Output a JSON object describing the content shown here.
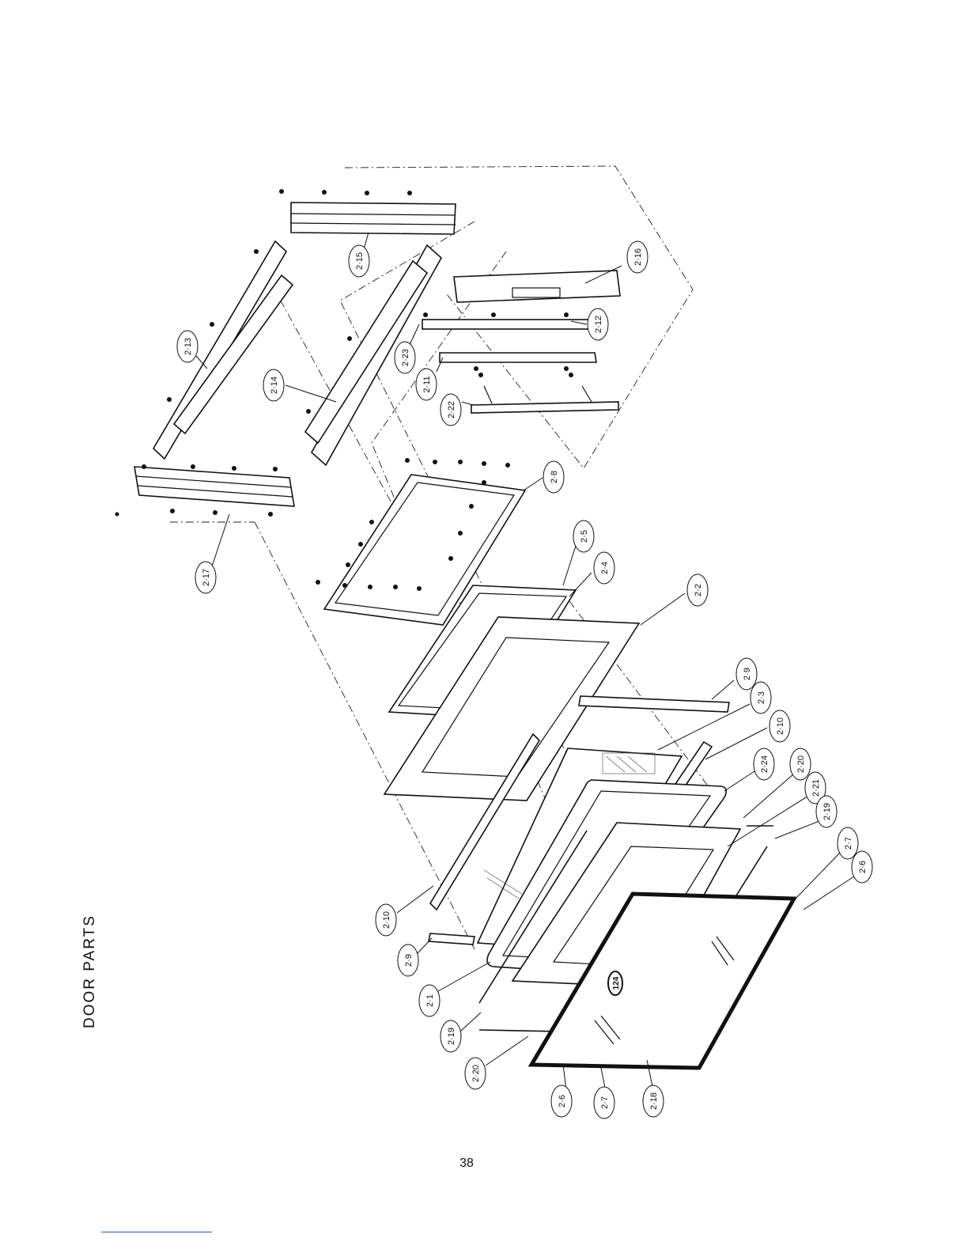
{
  "heading": "DOOR PARTS",
  "page_number": "38",
  "part_labels": {
    "p2_1": "2·1",
    "p2_2": "2·2",
    "p2_3": "2·3",
    "p2_4": "2·4",
    "p2_5": "2·5",
    "p2_6a": "2·6",
    "p2_6b": "2·6",
    "p2_7a": "2·7",
    "p2_7b": "2·7",
    "p2_8": "2·8",
    "p2_9a": "2·9",
    "p2_9b": "2·9",
    "p2_10a": "2·10",
    "p2_10b": "2·10",
    "p2_11": "2·11",
    "p2_12": "2·12",
    "p2_13": "2·13",
    "p2_14": "2·14",
    "p2_15": "2·15",
    "p2_16": "2·16",
    "p2_17": "2·17",
    "p2_18": "2·18",
    "p2_19a": "2·19",
    "p2_19b": "2·19",
    "p2_20a": "2·20",
    "p2_20b": "2·20",
    "p2_21": "2·21",
    "p2_22": "2·22",
    "p2_23": "2·23",
    "p2_24": "2·24",
    "p124": "124"
  }
}
